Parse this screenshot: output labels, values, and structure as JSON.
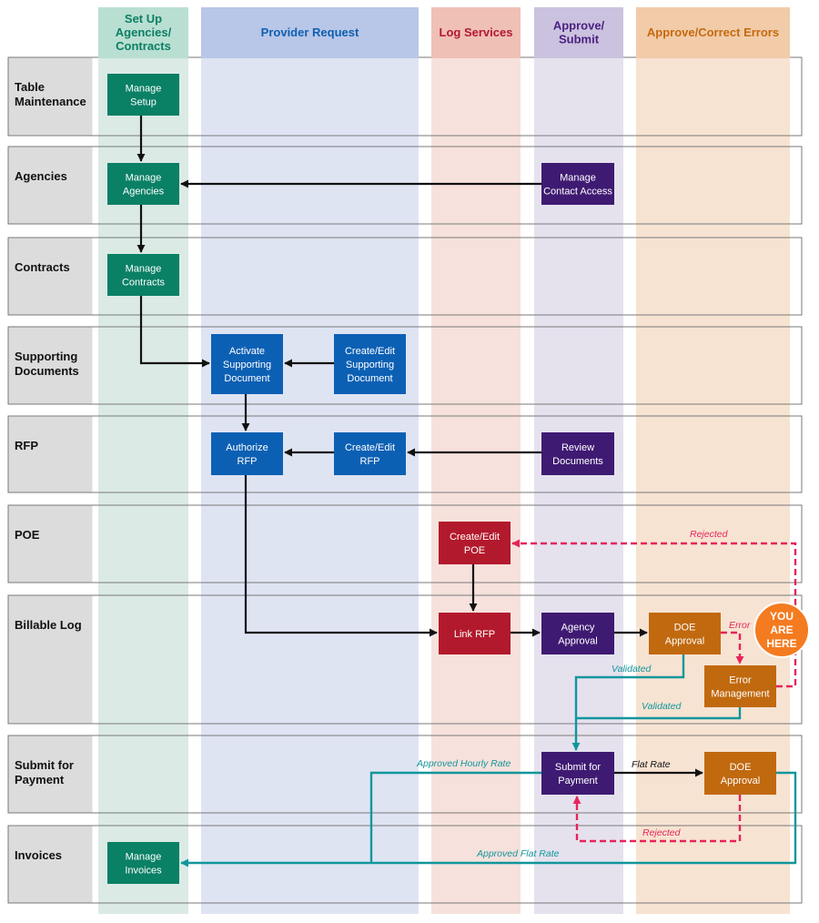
{
  "columns": [
    {
      "id": "setup",
      "lines": [
        "Set Up",
        "Agencies/",
        "Contracts"
      ],
      "bg": "#dbeae5",
      "header_bg": "#b9dfd2",
      "title_color": "#0b7f64"
    },
    {
      "id": "provider",
      "lines": [
        "Provider Request"
      ],
      "bg": "#dfe4f3",
      "header_bg": "#b8c6e8",
      "title_color": "#0f5fb0"
    },
    {
      "id": "log",
      "lines": [
        "Log Services"
      ],
      "bg": "#f6e1dc",
      "header_bg": "#efc0b6",
      "title_color": "#b3192e"
    },
    {
      "id": "approve",
      "lines": [
        "Approve/",
        "Submit"
      ],
      "bg": "#e5e2ee",
      "header_bg": "#cbc2df",
      "title_color": "#4a1f80"
    },
    {
      "id": "errors",
      "lines": [
        "Approve/Correct Errors"
      ],
      "bg": "#f7e3d2",
      "header_bg": "#f2cba9",
      "title_color": "#c46a0e"
    }
  ],
  "lanes": [
    {
      "id": "table",
      "lines": [
        "Table",
        "Maintenance"
      ]
    },
    {
      "id": "agencies",
      "lines": [
        "Agencies"
      ]
    },
    {
      "id": "contracts",
      "lines": [
        "Contracts"
      ]
    },
    {
      "id": "supporting",
      "lines": [
        "Supporting",
        "Documents"
      ]
    },
    {
      "id": "rfp",
      "lines": [
        "RFP"
      ]
    },
    {
      "id": "poe",
      "lines": [
        "POE"
      ]
    },
    {
      "id": "billable",
      "lines": [
        "Billable Log"
      ]
    },
    {
      "id": "submit",
      "lines": [
        "Submit for",
        "Payment"
      ]
    },
    {
      "id": "invoices",
      "lines": [
        "Invoices"
      ]
    }
  ],
  "colors": {
    "green": "#0a8065",
    "blue": "#0c60b4",
    "red": "#b3192c",
    "purple": "#3f1a72",
    "orange": "#c1690f",
    "arrow_black": "#111111",
    "arrow_teal": "#11969c",
    "arrow_pink": "#e6245a",
    "badge": "#f47b20"
  },
  "nodes": [
    {
      "id": "manage-setup",
      "lines": [
        "Manage",
        "Setup"
      ],
      "color": "green"
    },
    {
      "id": "manage-agencies",
      "lines": [
        "Manage",
        "Agencies"
      ],
      "color": "green"
    },
    {
      "id": "manage-contact-access",
      "lines": [
        "Manage",
        "Contact Access"
      ],
      "color": "purple"
    },
    {
      "id": "manage-contracts",
      "lines": [
        "Manage",
        "Contracts"
      ],
      "color": "green"
    },
    {
      "id": "activate-supporting-document",
      "lines": [
        "Activate",
        "Supporting",
        "Document"
      ],
      "color": "blue"
    },
    {
      "id": "create-edit-supporting-document",
      "lines": [
        "Create/Edit",
        "Supporting",
        "Document"
      ],
      "color": "blue"
    },
    {
      "id": "authorize-rfp",
      "lines": [
        "Authorize",
        "RFP"
      ],
      "color": "blue"
    },
    {
      "id": "create-edit-rfp",
      "lines": [
        "Create/Edit",
        "RFP"
      ],
      "color": "blue"
    },
    {
      "id": "review-documents",
      "lines": [
        "Review",
        "Documents"
      ],
      "color": "purple"
    },
    {
      "id": "create-edit-poe",
      "lines": [
        "Create/Edit",
        "POE"
      ],
      "color": "red"
    },
    {
      "id": "link-rfp",
      "lines": [
        "Link RFP"
      ],
      "color": "red"
    },
    {
      "id": "agency-approval",
      "lines": [
        "Agency",
        "Approval"
      ],
      "color": "purple"
    },
    {
      "id": "doe-approval-log",
      "lines": [
        "DOE",
        "Approval"
      ],
      "color": "orange"
    },
    {
      "id": "error-management",
      "lines": [
        "Error",
        "Management"
      ],
      "color": "orange"
    },
    {
      "id": "submit-for-payment",
      "lines": [
        "Submit for",
        "Payment"
      ],
      "color": "purple"
    },
    {
      "id": "doe-approval-payment",
      "lines": [
        "DOE",
        "Approval"
      ],
      "color": "orange"
    },
    {
      "id": "manage-invoices",
      "lines": [
        "Manage",
        "Invoices"
      ],
      "color": "green"
    }
  ],
  "edge_labels": [
    {
      "id": "rejected-poe",
      "text": "Rejected",
      "color": "arrow_pink"
    },
    {
      "id": "error",
      "text": "Error",
      "color": "arrow_pink"
    },
    {
      "id": "validated-1",
      "text": "Validated",
      "color": "arrow_teal"
    },
    {
      "id": "validated-2",
      "text": "Validated",
      "color": "arrow_teal"
    },
    {
      "id": "approved-hourly-rate",
      "text": "Approved Hourly Rate",
      "color": "arrow_teal"
    },
    {
      "id": "flat-rate",
      "text": "Flat Rate",
      "color": "arrow_black"
    },
    {
      "id": "rejected-payment",
      "text": "Rejected",
      "color": "arrow_pink"
    },
    {
      "id": "approved-flat-rate",
      "text": "Approved Flat Rate",
      "color": "arrow_teal"
    }
  ],
  "badge": {
    "lines": [
      "YOU",
      "ARE",
      "HERE"
    ]
  }
}
